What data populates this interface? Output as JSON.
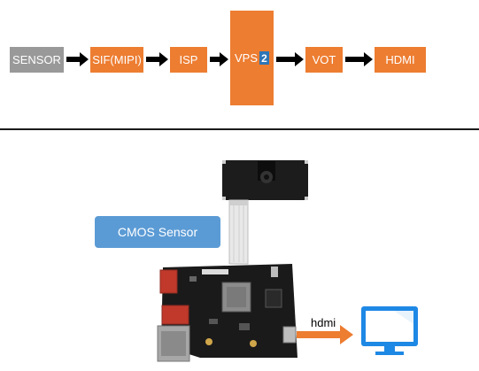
{
  "pipeline": {
    "nodes": [
      {
        "id": "sensor",
        "label": "SENSOR"
      },
      {
        "id": "sif",
        "label": "SIF(MIPI)"
      },
      {
        "id": "isp",
        "label": "ISP"
      },
      {
        "id": "vps",
        "label": "VPS",
        "badge": "2"
      },
      {
        "id": "vot",
        "label": "VOT"
      },
      {
        "id": "hdmi",
        "label": "HDMI"
      }
    ],
    "colors": {
      "gray_node": "#999999",
      "orange_node": "#ED7D31",
      "badge": "#2E75B6"
    }
  },
  "hardware": {
    "cmos_label": "CMOS Sensor",
    "cmos_label_color": "#5B9BD5",
    "hdmi_label": "hdmi",
    "hdmi_arrow_color": "#ED7D31"
  }
}
